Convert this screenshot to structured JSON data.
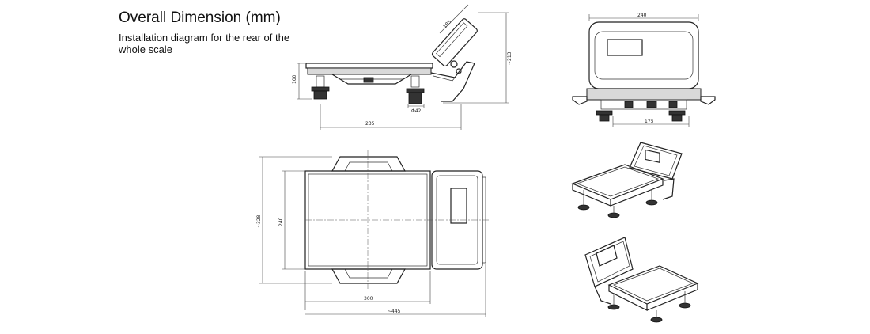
{
  "header": {
    "title": "Overall Dimension (mm)",
    "subtitle": "Installation diagram for the rear of the whole scale"
  },
  "dimensions": {
    "side_height": "100",
    "side_display": "185",
    "side_total_height": "~213",
    "side_depth": "235",
    "side_foot": "Φ42",
    "rear_width": "240",
    "rear_feet": "175",
    "top_depth": "~328",
    "top_width": "240",
    "top_platform": "300",
    "top_total": "~445"
  },
  "views": [
    "side-view",
    "rear-view",
    "top-view",
    "iso-view-front",
    "iso-view-back"
  ]
}
